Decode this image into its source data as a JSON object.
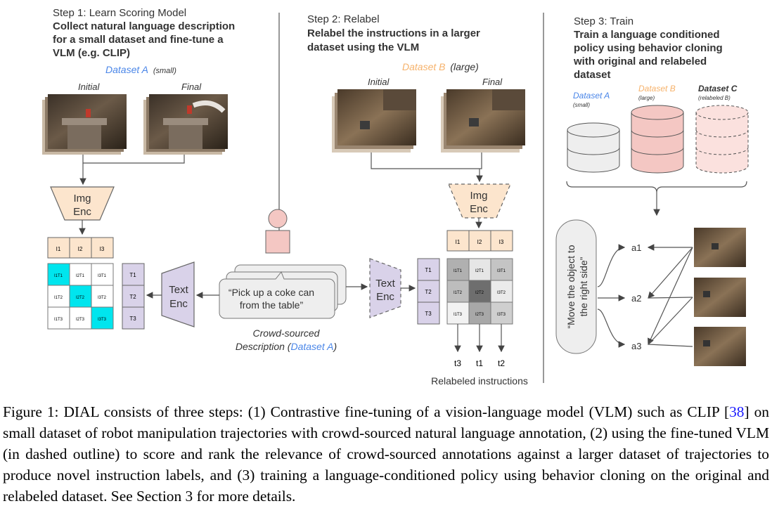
{
  "step1": {
    "title": "Step 1: Learn Scoring Model",
    "desc": [
      "Collect natural language description",
      "for a small dataset and fine-tune a",
      "VLM (e.g. CLIP)"
    ],
    "dataset_name": "Dataset A",
    "dataset_size": "(small)",
    "initial": "Initial",
    "final": "Final",
    "img_enc": [
      "Img",
      "Enc"
    ],
    "img_tokens": [
      "I1",
      "I2",
      "I3"
    ],
    "text_tokens": [
      "T1",
      "T2",
      "T3"
    ],
    "matrix_cells": [
      [
        "I1T1",
        "I2T1",
        "I3T1"
      ],
      [
        "I1T2",
        "I2T2",
        "I3T2"
      ],
      [
        "I1T3",
        "I2T3",
        "I3T3"
      ]
    ],
    "text_enc": [
      "Text",
      "Enc"
    ]
  },
  "crowd": {
    "quote": [
      "“Pick up a coke can",
      "from the table”"
    ],
    "caption_line1": "Crowd-sourced",
    "caption_prefix": "Description (",
    "caption_dataset": "Dataset A",
    "caption_suffix": ")"
  },
  "step2": {
    "title": "Step 2: Relabel",
    "desc": [
      "Relabel the instructions in a larger",
      "dataset using the VLM"
    ],
    "dataset_name": "Dataset B",
    "dataset_size": "(large)",
    "initial": "Initial",
    "final": "Final",
    "img_enc": [
      "Img",
      "Enc"
    ],
    "text_enc": [
      "Text",
      "Enc"
    ],
    "img_tokens": [
      "I1",
      "I2",
      "I3"
    ],
    "text_tokens": [
      "T1",
      "T2",
      "T3"
    ],
    "matrix_cells": [
      [
        "I1T1",
        "I2T1",
        "I3T1"
      ],
      [
        "I1T2",
        "I2T2",
        "I3T2"
      ],
      [
        "I1T3",
        "I2T3",
        "I3T3"
      ]
    ],
    "outputs": [
      "t3",
      "t1",
      "t2"
    ],
    "relabeled": "Relabeled instructions"
  },
  "step3": {
    "title": "Step 3: Train",
    "desc": [
      "Train a language conditioned",
      "policy using behavior cloning",
      "with original and relabeled",
      "dataset"
    ],
    "datasets": [
      {
        "name": "Dataset A",
        "size": "(small)"
      },
      {
        "name": "Dataset B",
        "size": "(large)"
      },
      {
        "name": "Dataset C",
        "size": "(relabeled B)"
      }
    ],
    "instruction": [
      "“Move the object to",
      "the right side”"
    ],
    "actions": [
      "a1",
      "a2",
      "a3"
    ]
  },
  "caption": {
    "label": "Figure 1:",
    "text_a": " DIAL consists of three steps: (1) Contrastive fine-tuning of a vision-language model (VLM) such as CLIP [",
    "ref": "38",
    "text_b": "] on small dataset of robot manipulation trajectories with crowd-sourced natural language annotation, (2) using the fine-tuned VLM (in dashed outline) to score and rank the relevance of crowd-sourced annotations against a larger dataset of trajectories to produce novel instruction labels, and (3) training a language-conditioned policy using behavior cloning on the original and relabeled dataset. See Section 3 for more details."
  },
  "colors": {
    "blue": "#4a86e8",
    "orange": "#f6b26b",
    "pink": "#f4c7c3",
    "peach": "#fce5cd",
    "lavender": "#d9d2e9",
    "cyan": "#00e5ee"
  }
}
